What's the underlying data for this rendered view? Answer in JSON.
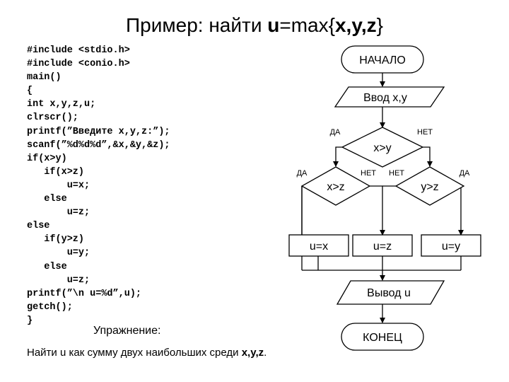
{
  "title": {
    "prefix": "Пример: найти ",
    "var": "u",
    "mid": "=max{",
    "vars": "x,y,z",
    "suffix": "}"
  },
  "code": [
    "#include <stdio.h>",
    "#include <conio.h>",
    "main()",
    "{",
    "int x,y,z,u;",
    "clrscr();",
    "printf(”Введите x,y,z:”);",
    "scanf(”%d%d%d”,&x,&y,&z);",
    "if(x>y)",
    "   if(x>z)",
    "       u=x;",
    "   else",
    "       u=z;",
    "else",
    "   if(y>z)",
    "       u=y;",
    "   else",
    "       u=z;",
    "printf(”\\n u=%d”,u);",
    "getch();",
    "}"
  ],
  "exercise_label": "Упражнение:",
  "task": {
    "prefix": "Найти u как сумму двух наибольших среди ",
    "vars": "x,y,z",
    "suffix": "."
  },
  "flowchart": {
    "start": "НАЧАЛО",
    "input": "Ввод x,y",
    "decision_main": "x>y",
    "decision_left": "x>z",
    "decision_right": "y>z",
    "yes": "ДА",
    "no": "НЕТ",
    "assign_ux": "u=x",
    "assign_uz": "u=z",
    "assign_uy": "u=y",
    "output": "Вывод u",
    "end": "КОНЕЦ"
  }
}
